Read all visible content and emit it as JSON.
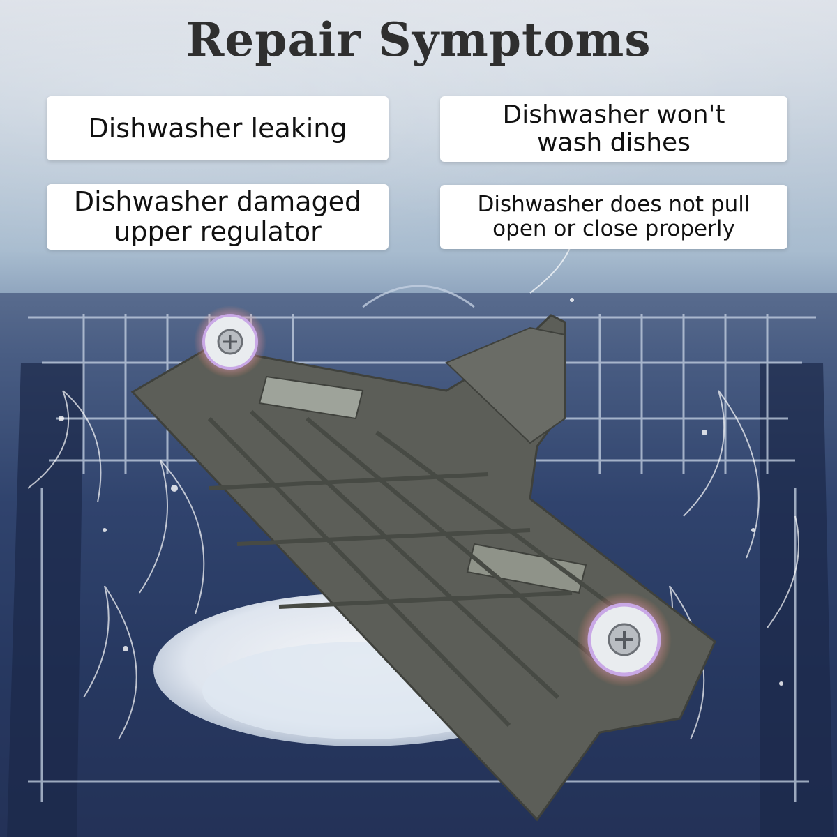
{
  "title": "Repair Symptoms",
  "symptoms": [
    "Dishwasher leaking",
    "Dishwasher won't wash dishes",
    "Dishwasher damaged upper regulator",
    "Dishwasher does not pull open or close properly"
  ],
  "colors": {
    "title_text": "#2f2f2f",
    "card_bg": "#ffffff",
    "part_gray": "#5c5e58",
    "water_bg": "#2b3d66",
    "wheel_glow": "#c070e0"
  },
  "icons": [
    "rack-adjuster-part",
    "roller-wheel",
    "screw",
    "water-splash",
    "dish-rack"
  ]
}
